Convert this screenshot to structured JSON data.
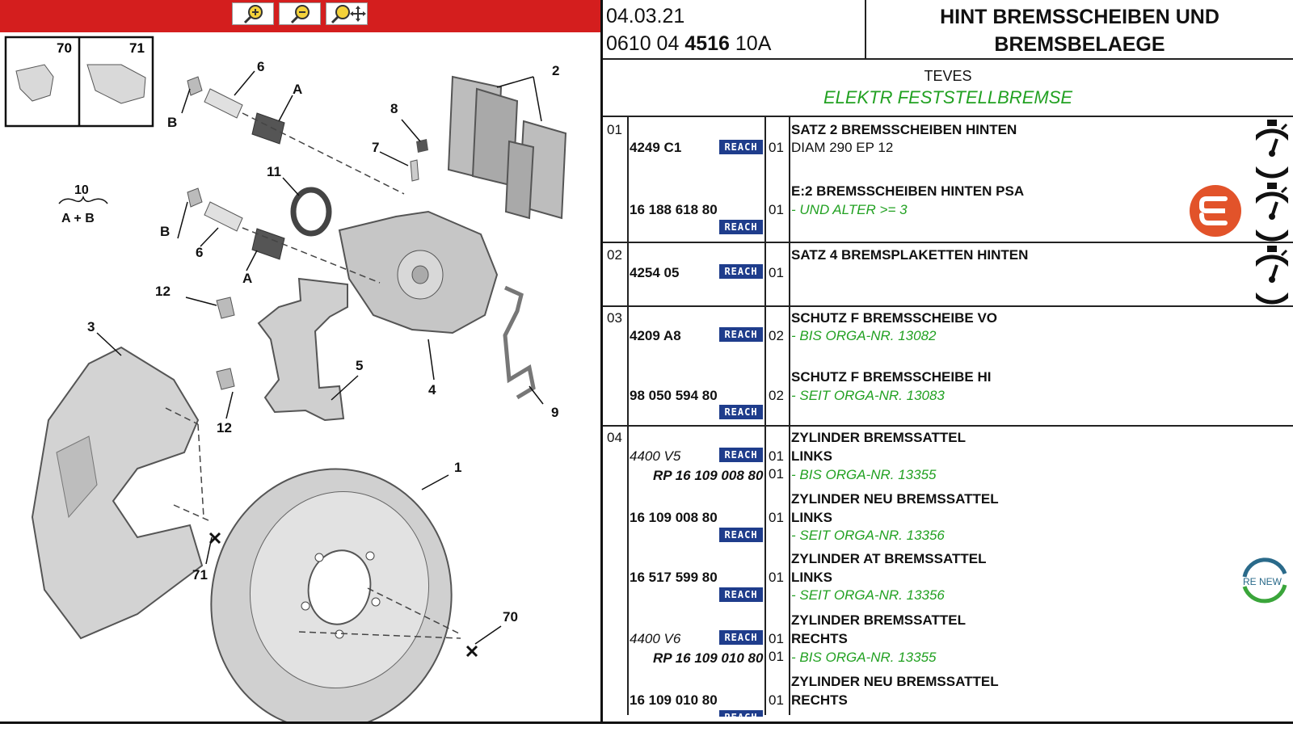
{
  "toolbar": {
    "buttons": [
      {
        "name": "zoom-in-icon"
      },
      {
        "name": "zoom-out-icon"
      },
      {
        "name": "zoom-pan-icon"
      }
    ]
  },
  "diagram": {
    "callouts": [
      "70",
      "71",
      "1",
      "2",
      "3",
      "4",
      "5",
      "6",
      "6",
      "7",
      "8",
      "9",
      "10",
      "11",
      "12",
      "12",
      "A",
      "A",
      "B",
      "B",
      "71",
      "70"
    ],
    "legend_top": "10",
    "legend_bottom": "A + B"
  },
  "header": {
    "date": "04.03.21",
    "ref_prefix": "0610 04 ",
    "ref_bold": "4516",
    "ref_suffix": " 10A",
    "title_line1": "HINT BREMSSCHEIBEN UND",
    "title_line2": "BREMSBELAEGE",
    "supplier": "TEVES",
    "option": "ELEKTR FESTSTELLBREMSE"
  },
  "reach_label": "REACH",
  "rows": [
    {
      "pos": "01",
      "items": [
        {
          "ref": "4249 C1",
          "qty": "01",
          "desc": "SATZ 2 BREMSSCHEIBEN HINTEN",
          "note": "DIAM 290 EP 12"
        },
        {
          "ref": "16 188 618 80",
          "qty": "01",
          "desc": "E:2 BREMSSCHEIBEN HINTEN PSA",
          "note": "- UND ALTER >= 3"
        }
      ]
    },
    {
      "pos": "02",
      "items": [
        {
          "ref": "4254 05",
          "qty": "01",
          "desc": "SATZ 4 BREMSPLAKETTEN HINTEN"
        }
      ]
    },
    {
      "pos": "03",
      "items": [
        {
          "ref": "4209 A8",
          "qty": "02",
          "desc": "SCHUTZ F BREMSSCHEIBE VO",
          "note": "- BIS ORGA-NR. 13082"
        },
        {
          "ref": "98 050 594 80",
          "qty": "02",
          "desc": "SCHUTZ F BREMSSCHEIBE HI",
          "note": "- SEIT ORGA-NR. 13083"
        }
      ]
    },
    {
      "pos": "04",
      "items": [
        {
          "ref": "4400 V5",
          "qty": "01",
          "desc": "ZYLINDER BREMSSATTEL",
          "desc2": "LINKS"
        },
        {
          "ref": "RP 16 109 008 80",
          "qty": "01",
          "note": "- BIS ORGA-NR. 13355"
        },
        {
          "ref": "16 109 008 80",
          "qty": "01",
          "desc": "ZYLINDER NEU BREMSSATTEL",
          "desc2": "LINKS",
          "note": "- SEIT ORGA-NR. 13356"
        },
        {
          "ref": "16 517 599 80",
          "qty": "01",
          "desc": "ZYLINDER AT BREMSSATTEL",
          "desc2": "LINKS",
          "note": "- SEIT ORGA-NR. 13356"
        },
        {
          "ref": "4400 V6",
          "qty": "01",
          "desc": "ZYLINDER BREMSSATTEL",
          "desc2": "RECHTS"
        },
        {
          "ref": "RP 16 109 010 80",
          "qty": "01",
          "note": "- BIS ORGA-NR. 13355"
        },
        {
          "ref": "16 109 010 80",
          "qty": "01",
          "desc": "ZYLINDER NEU BREMSSATTEL",
          "desc2": "RECHTS"
        }
      ]
    }
  ],
  "icons": {
    "stopwatch": "stopwatch-icon",
    "eurorepar": "eurorepar-logo-icon",
    "renew": "renew-logo-icon",
    "renew_text": "RE NEW"
  }
}
